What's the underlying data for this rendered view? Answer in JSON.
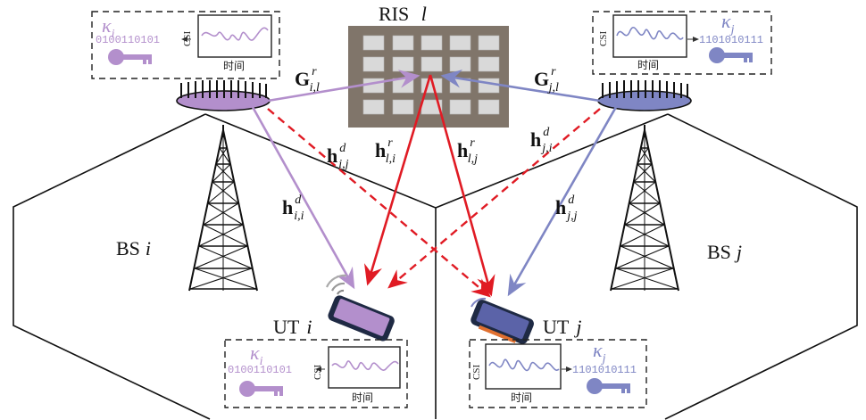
{
  "colors": {
    "purple": "#b38fcc",
    "purple_dark": "#9a76b8",
    "blue": "#7f86c4",
    "blue_dark": "#5b63a8",
    "red": "#e01b24",
    "ris_frame": "#80756a",
    "ris_cell": "#d9d9d9"
  },
  "ris": {
    "name": "RIS",
    "index": "l"
  },
  "bs_i": {
    "name": "BS",
    "index": "i"
  },
  "bs_j": {
    "name": "BS",
    "index": "j"
  },
  "ut_i": {
    "name": "UT",
    "index": "i"
  },
  "ut_j": {
    "name": "UT",
    "index": "j"
  },
  "channels": {
    "G_il": {
      "base": "G",
      "sup": "r",
      "sub": "i,l"
    },
    "G_jl": {
      "base": "G",
      "sup": "r",
      "sub": "j,l"
    },
    "h_ii": {
      "base": "h",
      "sup": "d",
      "sub": "i,i"
    },
    "h_ij": {
      "base": "h",
      "sup": "d",
      "sub": "i,j"
    },
    "h_li": {
      "base": "h",
      "sup": "r",
      "sub": "l,i"
    },
    "h_lj": {
      "base": "h",
      "sup": "r",
      "sub": "l,j"
    },
    "h_ji": {
      "base": "h",
      "sup": "d",
      "sub": "j,i"
    },
    "h_jj": {
      "base": "h",
      "sup": "d",
      "sub": "j,j"
    }
  },
  "key_boxes": {
    "bs_i": {
      "kappa": "κ",
      "kappa_sub": "i",
      "bits": "0100110101",
      "csi": "CSI",
      "time": "时间"
    },
    "bs_j": {
      "kappa": "κ",
      "kappa_sub": "j",
      "bits": "1101010111",
      "csi": "CSI",
      "time": "时间"
    },
    "ut_i": {
      "kappa": "κ",
      "kappa_sub": "i",
      "bits": "0100110101",
      "csi": "CSI",
      "time": "时间"
    },
    "ut_j": {
      "kappa": "κ",
      "kappa_sub": "j",
      "bits": "1101010111",
      "csi": "CSI",
      "time": "时间"
    }
  }
}
